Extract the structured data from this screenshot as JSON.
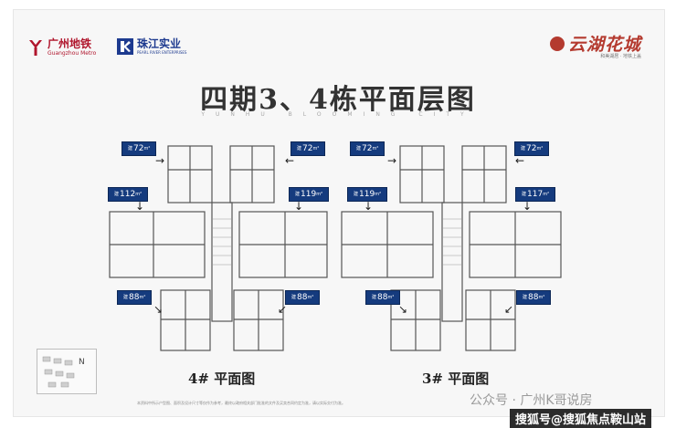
{
  "header": {
    "metro_logo_cn": "广州地铁",
    "metro_logo_en": "Guangzhou Metro",
    "zhujiang_logo_cn": "珠江实业",
    "zhujiang_logo_en": "PEARL RIVER ENTERPRISES",
    "brand_name": "云湖花城",
    "brand_sub": "和美湖居 · 地铁上盖"
  },
  "title": "四期3、4栋平面层图",
  "subtitle": "YUNHU BLOOMING CITY",
  "badges": {
    "prefix": "建",
    "unit": "m²",
    "left_top_left": "72",
    "left_top_right": "72",
    "left_mid_left": "112",
    "left_mid_right": "119",
    "left_bot_left": "88",
    "left_bot_right": "88",
    "right_top_left": "72",
    "right_top_right": "72",
    "right_mid_left": "119",
    "right_mid_right": "117",
    "right_bot_left": "88",
    "right_bot_right": "88"
  },
  "plans": {
    "left_label": "4# 平面图",
    "right_label": "3# 平面图"
  },
  "north": "N",
  "footnote": "本资料中所示户型图、面积及设计尺寸等仅作为参考，最终以政府相关部门批准的文件及买卖合同约定为准，请以实际交付为准。",
  "watermarks": {
    "wechat": "公众号 · 广州K哥说房",
    "sohu": "搜狐号@搜狐焦点鞍山站"
  }
}
